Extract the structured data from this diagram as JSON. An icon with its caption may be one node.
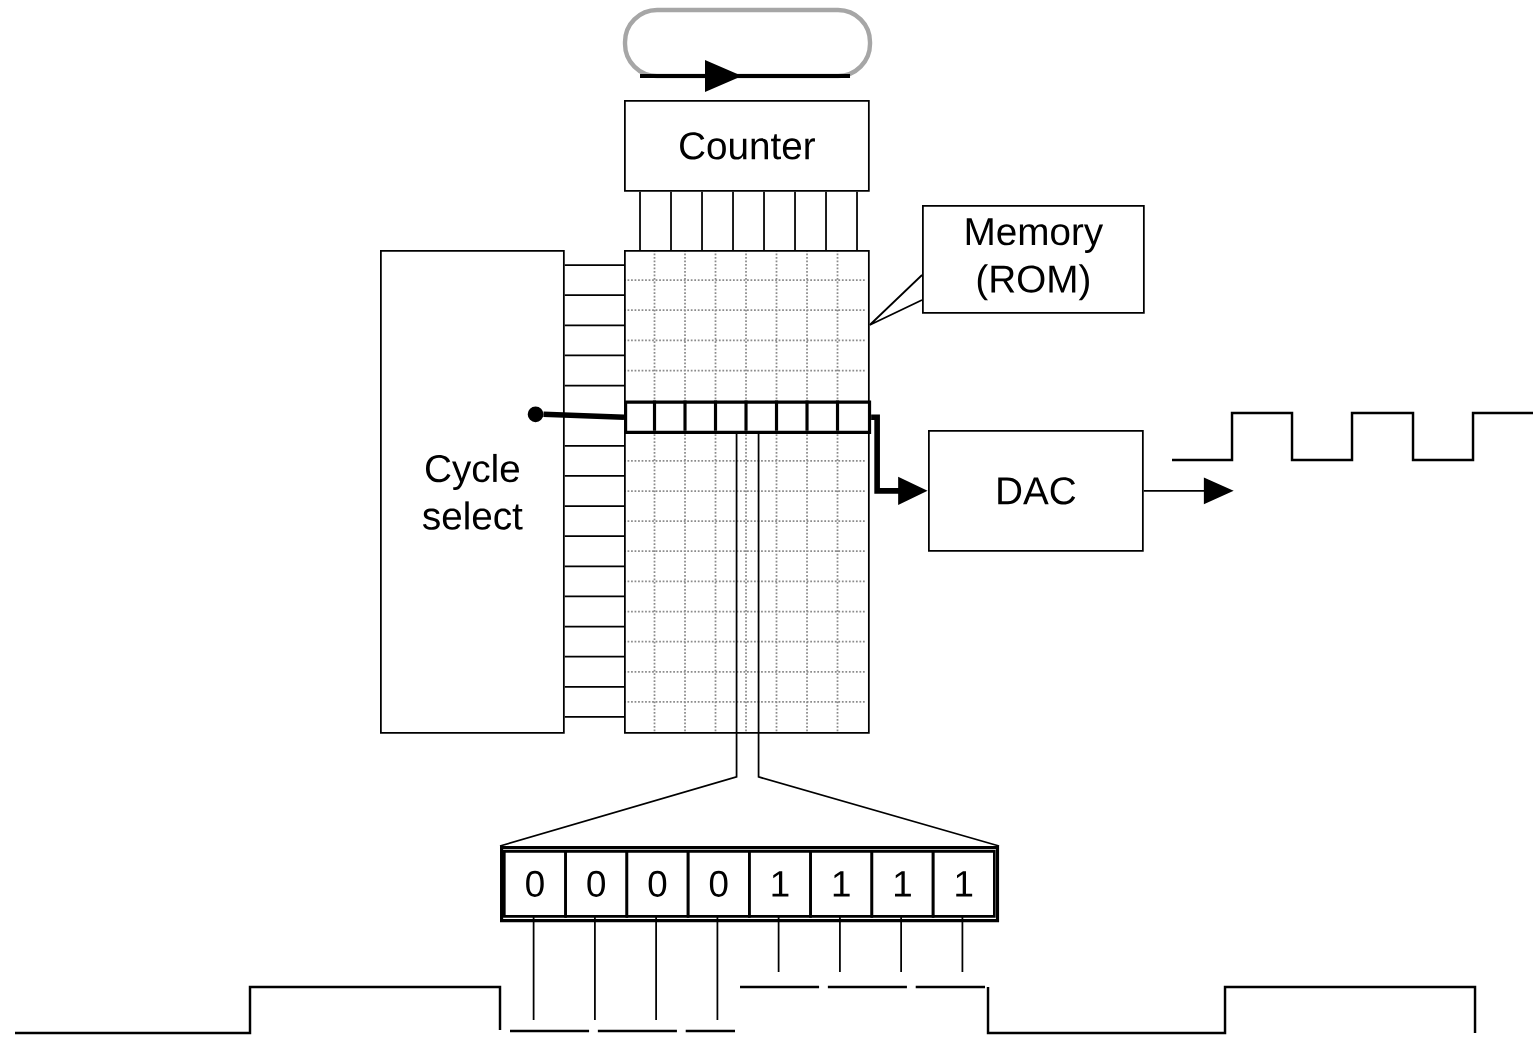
{
  "diagram": {
    "nodes": [
      {
        "text": [
          "Counter"
        ]
      },
      {
        "text": [],
        "shape": "box"
      },
      {
        "text": [],
        "shape": "bar",
        "in": 1
      },
      {
        "text": [
          "Memory (ROM)"
        ]
      },
      {
        "text": [
          "Cycle select"
        ]
      },
      {
        "text": [
          "DAC"
        ]
      },
      {
        "text": [],
        "shape": "bar"
      },
      {
        "text": [
          "0"
        ],
        "in": 6
      },
      {
        "text": [
          "0"
        ],
        "in": 6
      },
      {
        "text": [
          "0"
        ],
        "in": 6
      },
      {
        "text": [
          "0"
        ],
        "in": 6
      },
      {
        "text": [
          "1"
        ],
        "in": 6
      },
      {
        "text": [
          "1"
        ],
        "in": 6
      },
      {
        "text": [
          "1"
        ],
        "in": 6
      },
      {
        "text": [
          "1"
        ],
        "in": 6
      },
      {
        "text": [],
        "shape": "circle",
        "in": 4
      }
    ],
    "edges": [
      {
        "from": 0,
        "to": 1,
        "arrow": "none"
      },
      {
        "from": 3,
        "to": 1,
        "arrow": "none"
      },
      {
        "from": 4,
        "to": 1,
        "arrow": "none"
      },
      {
        "from": 15,
        "to": 2,
        "arrow": "none",
        "style": "thick"
      },
      {
        "from": 2,
        "to": 5,
        "arrow": "to",
        "style": "thick"
      },
      {
        "from": 5,
        "to": null,
        "arrow": "to"
      },
      {
        "from": 2,
        "to": 6,
        "arrow": "none"
      }
    ]
  }
}
